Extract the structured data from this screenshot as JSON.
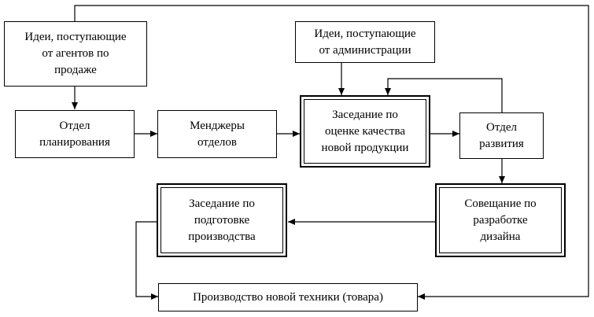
{
  "nodes": {
    "agents_ideas": "Идеи, поступающие\nот агентов по\nпродаже",
    "admin_ideas": "Идеи, поступающие\nот администрации",
    "planning": "Отдел\nпланирования",
    "managers": "Менджеры\nотделов",
    "quality_meeting": "Заседание по\nоценке качества\nновой продукции",
    "development": "Отдел\nразвития",
    "design_meeting": "Совещание по\nразработке\nдизайна",
    "production_meeting": "Заседание по\nподготовке\nпроизводства",
    "production": "Производство новой техники (товара)"
  }
}
